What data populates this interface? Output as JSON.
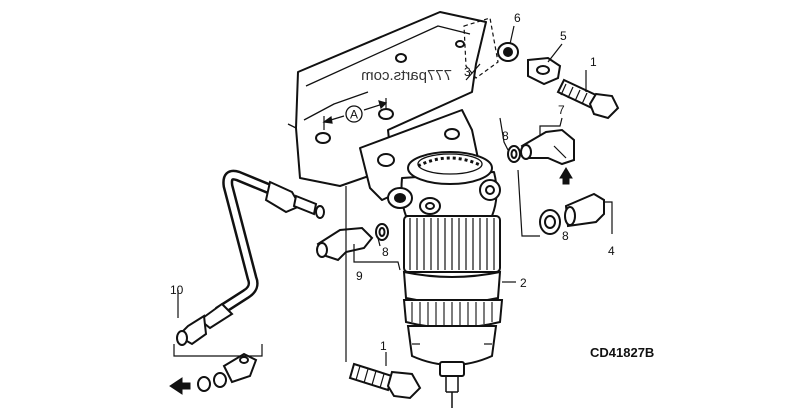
{
  "diagram": {
    "watermark": "777parts.com",
    "figure_code": "CD41827B",
    "bubble": "A",
    "callouts": [
      "1",
      "2",
      "3",
      "4",
      "5",
      "6",
      "7",
      "8",
      "8",
      "8",
      "9",
      "10",
      "1"
    ]
  },
  "colors": {
    "ink": "#111111",
    "paper": "#ffffff"
  }
}
